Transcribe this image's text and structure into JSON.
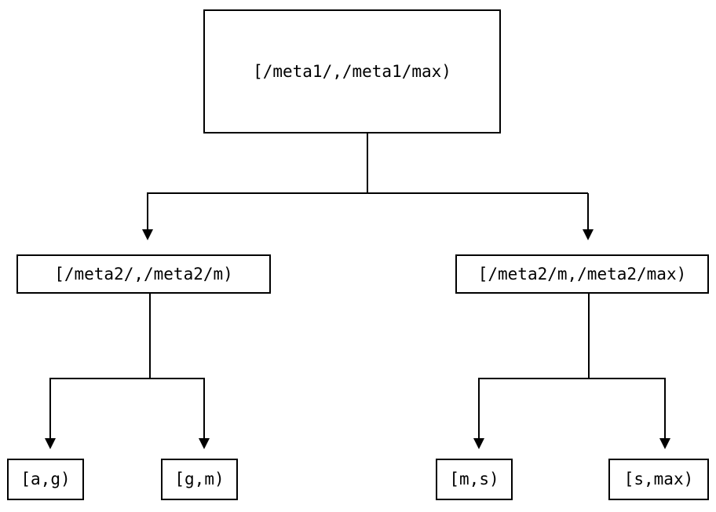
{
  "diagram": {
    "type": "tree",
    "title": "",
    "background_color": "#ffffff",
    "line_color": "#000000",
    "text_color": "#000000",
    "nodes": {
      "root": {
        "label": "[/meta1/,/meta1/max)"
      },
      "level2": [
        {
          "label": "[/meta2/,/meta2/m)"
        },
        {
          "label": "[/meta2/m,/meta2/max)"
        }
      ],
      "leaves": [
        {
          "label": "[a,g)"
        },
        {
          "label": "[g,m)"
        },
        {
          "label": "[m,s)"
        },
        {
          "label": "[s,max)"
        }
      ]
    },
    "edges": [
      {
        "from": "root",
        "to": "level2-left",
        "arrow": "down-triangle"
      },
      {
        "from": "root",
        "to": "level2-right",
        "arrow": "down-triangle"
      },
      {
        "from": "level2-left",
        "to": "leaf-ag",
        "arrow": "down-triangle"
      },
      {
        "from": "level2-left",
        "to": "leaf-gm",
        "arrow": "down-triangle"
      },
      {
        "from": "level2-right",
        "to": "leaf-ms",
        "arrow": "down-triangle"
      },
      {
        "from": "level2-right",
        "to": "leaf-smax",
        "arrow": "down-triangle"
      }
    ]
  }
}
